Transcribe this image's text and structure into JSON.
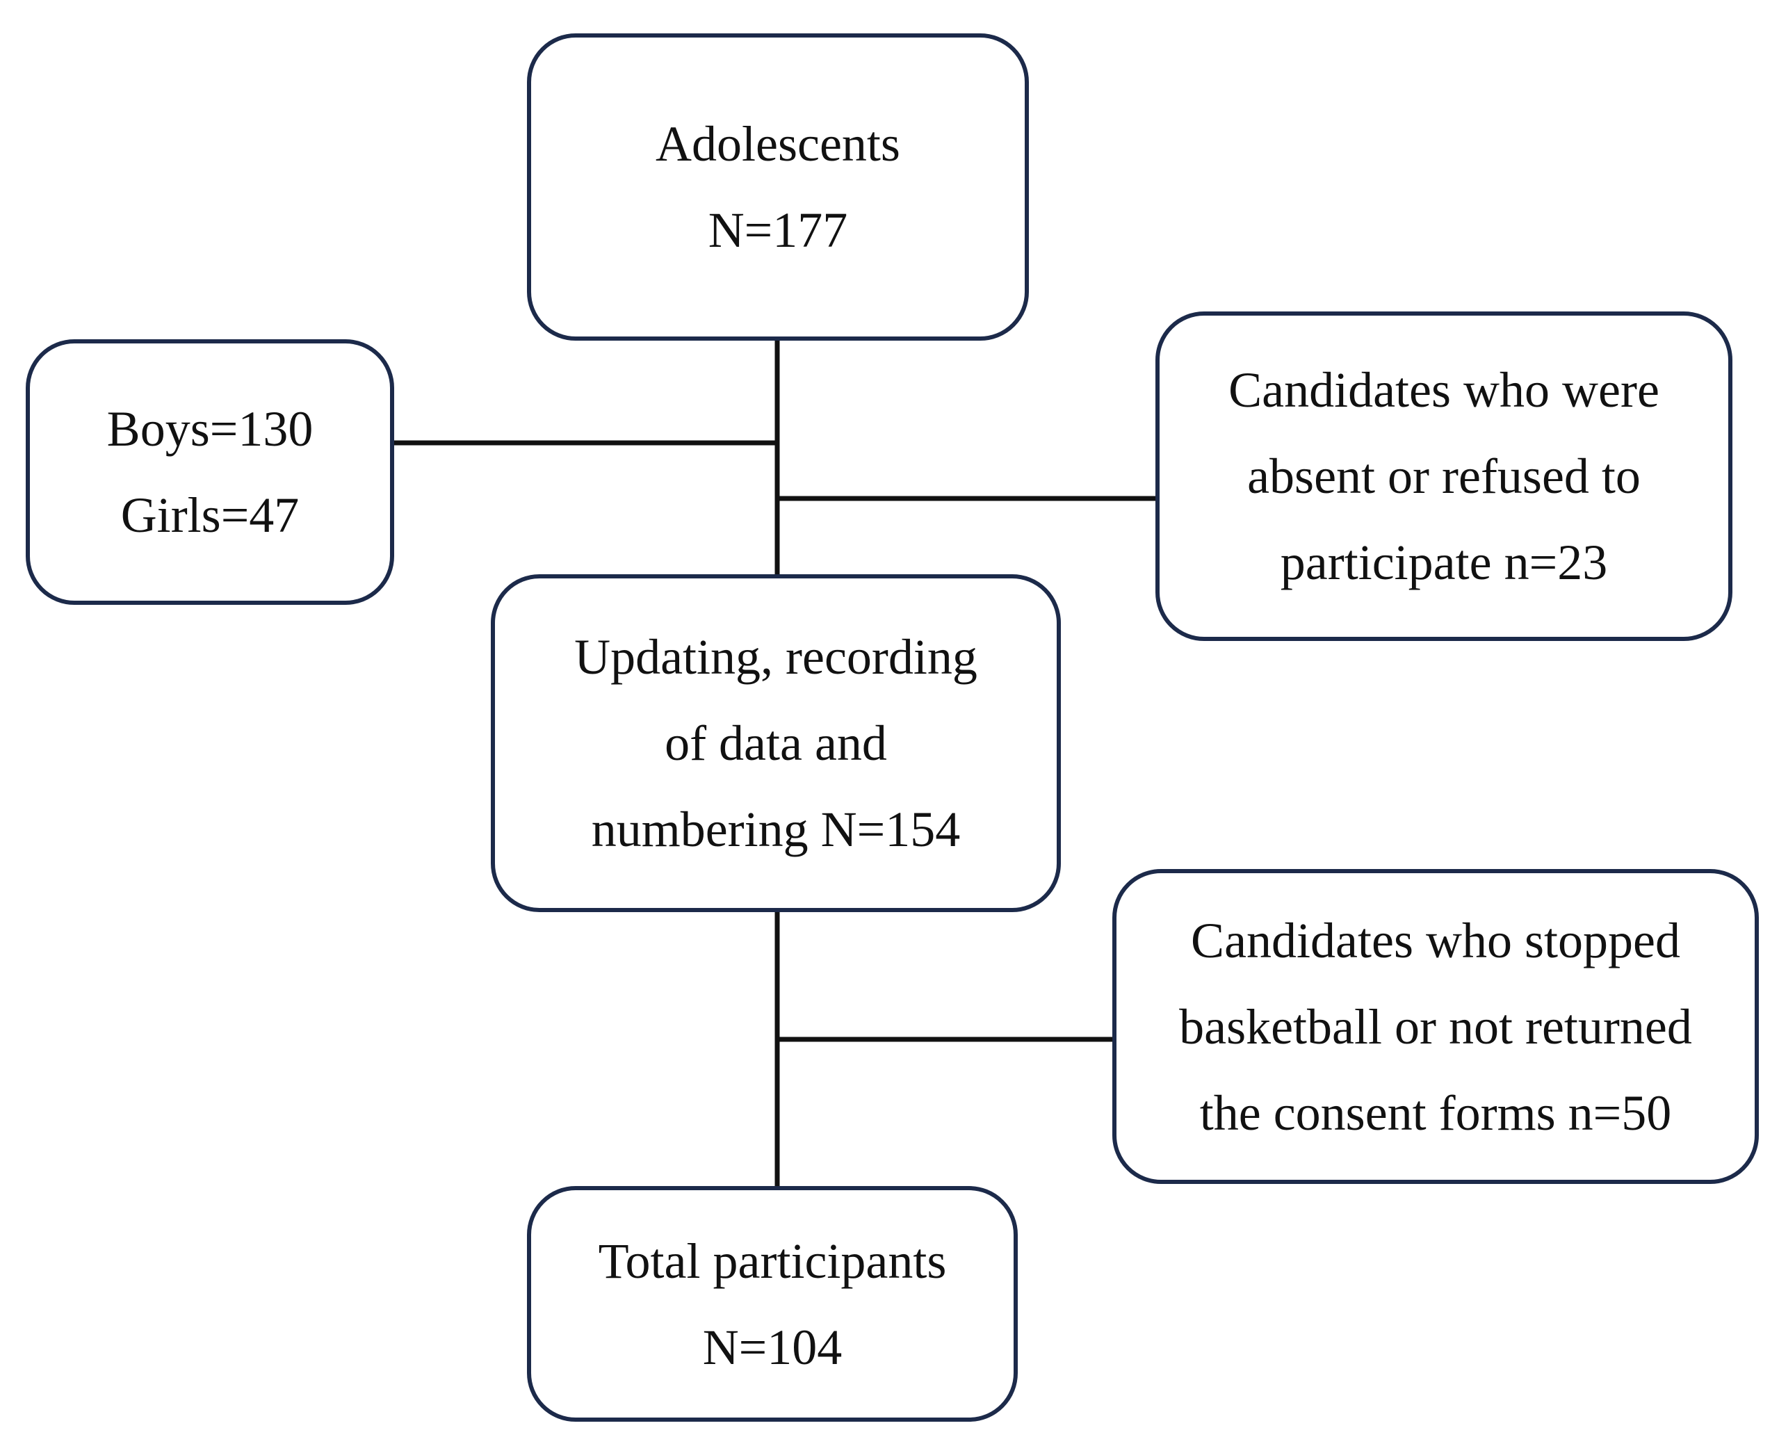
{
  "nodes": {
    "adolescents": {
      "lines": [
        "Adolescents",
        "N=177"
      ]
    },
    "sex_breakdown": {
      "lines": [
        "Boys=130",
        "Girls=47"
      ]
    },
    "absent_refused": {
      "lines": [
        "Candidates who were",
        "absent or refused to",
        "participate n=23"
      ]
    },
    "updating": {
      "lines": [
        "Updating, recording",
        "of data and",
        "numbering N=154"
      ]
    },
    "stopped": {
      "lines": [
        "Candidates who stopped",
        "basketball or not returned",
        "the consent forms n=50"
      ]
    },
    "total": {
      "lines": [
        "Total participants",
        "N=104"
      ]
    }
  },
  "colors": {
    "box_border": "#1c2a4a",
    "connector": "#111111",
    "background": "#ffffff"
  }
}
